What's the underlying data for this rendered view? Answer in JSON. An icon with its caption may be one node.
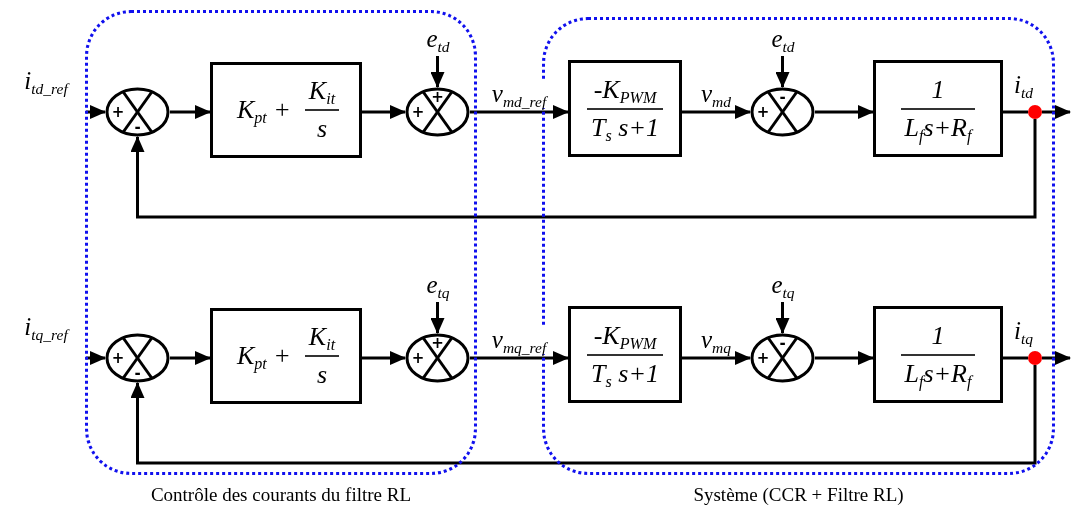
{
  "diagram": {
    "nodes": [
      {
        "text": [
          "Contrôle des courants du filtre RL"
        ]
      },
      {
        "text": [
          "Système (CCR + Filtre RL)"
        ]
      },
      {
        "text": [
          "i$_{td_ref}$"
        ]
      },
      {
        "text": [
          "+",
          "-"
        ],
        "in": 0
      },
      {
        "text": [
          "K$_{pt}$ +",
          "K$_{it}$",
          "s"
        ],
        "in": 0
      },
      {
        "text": [
          "e$_{td}$"
        ],
        "in": 0
      },
      {
        "text": [
          "+",
          "+"
        ],
        "in": 0
      },
      {
        "text": [
          "-K$_{PWM}$",
          "T$_{s}$ s+1"
        ],
        "in": 1
      },
      {
        "text": [
          "e$_{td}$"
        ],
        "in": 1
      },
      {
        "text": [
          "+",
          "-"
        ],
        "in": 1
      },
      {
        "text": [
          "1",
          "L$_{f}$s+R$_{f}$"
        ],
        "in": 1
      },
      {
        "text": [],
        "shape": "circle",
        "beside": [
          "i$_{td}$"
        ],
        "in": 1
      },
      {
        "text": [
          "i$_{tq_ref}$"
        ]
      },
      {
        "text": [
          "+",
          "-"
        ],
        "in": 0
      },
      {
        "text": [
          "K$_{pt}$ +",
          "K$_{it}$",
          "s"
        ],
        "in": 0
      },
      {
        "text": [
          "e$_{tq}$"
        ],
        "in": 0
      },
      {
        "text": [
          "+",
          "+"
        ],
        "in": 0
      },
      {
        "text": [
          "-K$_{PWM}$",
          "T$_{s}$ s+1"
        ],
        "in": 1
      },
      {
        "text": [
          "e$_{tq}$"
        ],
        "in": 1
      },
      {
        "text": [
          "+",
          "-"
        ],
        "in": 1
      },
      {
        "text": [
          "1",
          "L$_{f}$s+R$_{f}$"
        ],
        "in": 1
      },
      {
        "text": [],
        "shape": "circle",
        "beside": [
          "i$_{tq}$"
        ],
        "in": 1
      }
    ],
    "edges": [
      {
        "from": 2,
        "to": 3,
        "arrow": "to"
      },
      {
        "from": 3,
        "to": 4,
        "arrow": "to"
      },
      {
        "from": 4,
        "to": 6,
        "arrow": "to"
      },
      {
        "from": 5,
        "to": 6,
        "arrow": "to"
      },
      {
        "from": 6,
        "to": 7,
        "arrow": "to",
        "label": "v$_{md_ref}$"
      },
      {
        "from": 7,
        "to": 9,
        "arrow": "to",
        "label": "v$_{md}$"
      },
      {
        "from": 8,
        "to": 9,
        "arrow": "to"
      },
      {
        "from": 9,
        "to": 10,
        "arrow": "to"
      },
      {
        "from": 10,
        "to": 11,
        "arrow": "none"
      },
      {
        "from": 11,
        "to": null,
        "arrow": "to"
      },
      {
        "from": 11,
        "to": 3,
        "arrow": "to"
      },
      {
        "from": 12,
        "to": 13,
        "arrow": "to"
      },
      {
        "from": 13,
        "to": 14,
        "arrow": "to"
      },
      {
        "from": 14,
        "to": 16,
        "arrow": "to"
      },
      {
        "from": 15,
        "to": 16,
        "arrow": "to"
      },
      {
        "from": 16,
        "to": 17,
        "arrow": "to",
        "label": "v$_{mq_ref}$"
      },
      {
        "from": 17,
        "to": 19,
        "arrow": "to",
        "label": "v$_{mq}$"
      },
      {
        "from": 18,
        "to": 19,
        "arrow": "to"
      },
      {
        "from": 19,
        "to": 20,
        "arrow": "to"
      },
      {
        "from": 20,
        "to": 21,
        "arrow": "none"
      },
      {
        "from": 21,
        "to": null,
        "arrow": "to"
      },
      {
        "from": 21,
        "to": 13,
        "arrow": "to"
      }
    ]
  }
}
